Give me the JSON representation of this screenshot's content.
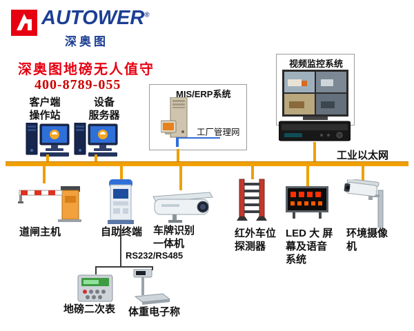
{
  "colors": {
    "brand_blue": "#1c3f94",
    "accent_red": "#e60012",
    "bus_gold": "#efa000"
  },
  "logo": {
    "brand": "AUTOWER",
    "reg": "®",
    "company": "深奥图"
  },
  "header": {
    "title": "深奥图地磅无人值守",
    "phone": "400-8789-055"
  },
  "network": {
    "bus_label": "工业以太网",
    "serial_label": "RS232/RS485"
  },
  "nodes": {
    "client_station": "客户端\n操作站",
    "device_server": "设备\n服务器",
    "mis_title": "MIS/ERP系统",
    "mis_subnet": "工厂管理网",
    "video_title": "视频监控系统",
    "barrier": "道闸主机",
    "kiosk": "自助终端",
    "lpr": "车牌识别\n一体机",
    "infrared": "红外车位\n探测器",
    "led": "LED 大 屏\n幕及语音\n系统",
    "env_camera": "环境摄像\n机",
    "meter": "地磅二次表",
    "scale": "体重电子称"
  }
}
